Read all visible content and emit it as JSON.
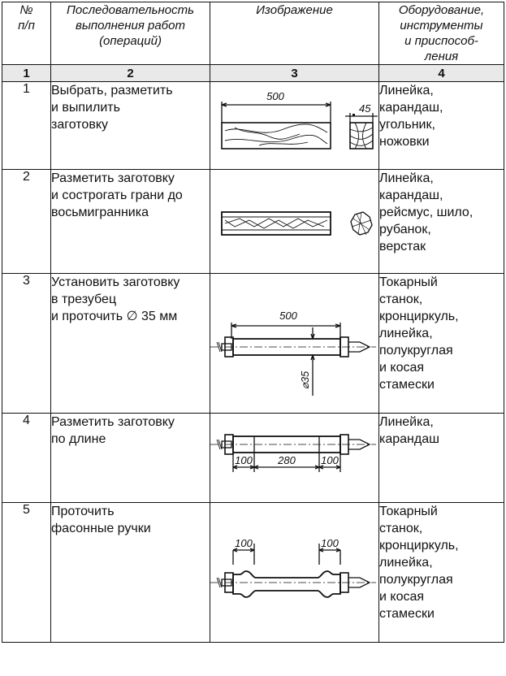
{
  "header": {
    "col1_line1": "№",
    "col1_line2": "п/п",
    "col2_line1": "Последовательность",
    "col2_line2": "выполнения работ",
    "col2_line3": "(операций)",
    "col3": "Изображение",
    "col4_line1": "Оборудование,",
    "col4_line2": "инструменты",
    "col4_line3": "и приспособ-",
    "col4_line4": "ления"
  },
  "column_numbers": [
    "1",
    "2",
    "3",
    "4"
  ],
  "rows": [
    {
      "no": "1",
      "operation_lines": [
        "Выбрать, разметить",
        "и выпилить",
        "заготовку"
      ],
      "tools_lines": [
        "Линейка,",
        "карандаш,",
        "угольник,",
        "ножовки"
      ],
      "dims": {
        "length": "500",
        "section": "45"
      }
    },
    {
      "no": "2",
      "operation_lines": [
        "Разметить заготовку",
        "и сострогать грани до",
        "восьмигранника"
      ],
      "tools_lines": [
        "Линейка,",
        "карандаш,",
        "рейсмус, шило,",
        "рубанок,",
        "верстак"
      ]
    },
    {
      "no": "3",
      "operation_lines": [
        "Установить заготовку",
        "в трезубец",
        "и проточить ∅ 35 мм"
      ],
      "tools_lines": [
        "Токарный",
        "станок,",
        "кронциркуль,",
        "линейка,",
        "полукруглая",
        "и косая",
        "стамески"
      ],
      "dims": {
        "length": "500",
        "diameter": "⌀35"
      }
    },
    {
      "no": "4",
      "operation_lines": [
        "Разметить заготовку",
        "по длине"
      ],
      "tools_lines": [
        "Линейка,",
        "карандаш"
      ],
      "dims": {
        "a": "100",
        "b": "280",
        "c": "100"
      }
    },
    {
      "no": "5",
      "operation_lines": [
        "Проточить",
        "фасонные ручки"
      ],
      "tools_lines": [
        "Токарный",
        "станок,",
        "кронциркуль,",
        "линейка,",
        "полукруглая",
        "и косая",
        "стамески"
      ],
      "dims": {
        "left": "100",
        "right": "100"
      }
    }
  ]
}
